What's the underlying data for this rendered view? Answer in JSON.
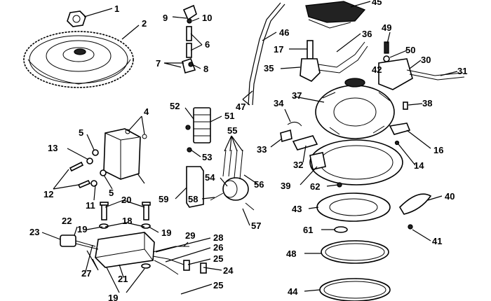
{
  "diagram": {
    "callouts": [
      "1",
      "2",
      "4",
      "5",
      "5",
      "6",
      "7",
      "8",
      "9",
      "10",
      "11",
      "12",
      "13",
      "14",
      "16",
      "17",
      "18",
      "19",
      "19",
      "19",
      "20",
      "21",
      "22",
      "23",
      "24",
      "25",
      "25",
      "26",
      "27",
      "28",
      "29",
      "30",
      "31",
      "32",
      "33",
      "34",
      "35",
      "36",
      "37",
      "38",
      "39",
      "40",
      "41",
      "42",
      "43",
      "44",
      "45",
      "46",
      "47",
      "48",
      "49",
      "50",
      "51",
      "52",
      "53",
      "54",
      "55",
      "56",
      "57",
      "58",
      "59",
      "61",
      "62"
    ]
  }
}
